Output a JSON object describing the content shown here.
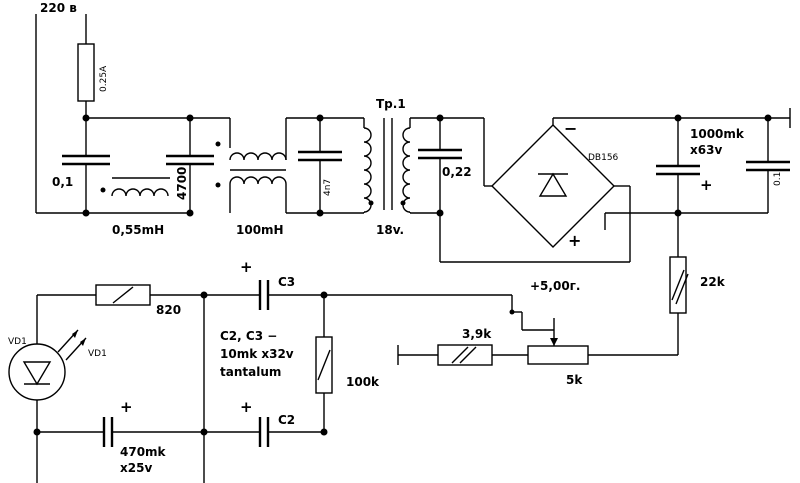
{
  "labels": {
    "mains": "220 в",
    "fuse": "0.25A",
    "c_in": "0,1",
    "choke1": "0,55mH",
    "c_4700": "4700",
    "choke2": "100mH",
    "c_4n7": "4n7",
    "transformer": "Тр.1",
    "sec_voltage": "18v.",
    "c_022": "0,22",
    "bridge": "DB156",
    "bridge_minus": "−",
    "bridge_plus": "+",
    "c_main": "1000mk",
    "c_main_v": "x63v",
    "c_main_plus": "+",
    "c_01": "0.1",
    "r_22k": "22k",
    "r_820": "820",
    "vd1_a": "VD1",
    "vd1_b": "VD1",
    "c3": "C3",
    "c3_plus": "+",
    "c2c3_note_1": "C2, C3 −",
    "c2c3_note_2": "10mk x32v",
    "c2c3_note_3": "tantalum",
    "r_100k": "100k",
    "c2": "C2",
    "c2_plus": "+",
    "c_470": "470mk",
    "c_470_v": "x25v",
    "c_470_plus": "+",
    "tap": "+5,00г.",
    "r_39k": "3,9k",
    "pot_5k": "5k"
  }
}
